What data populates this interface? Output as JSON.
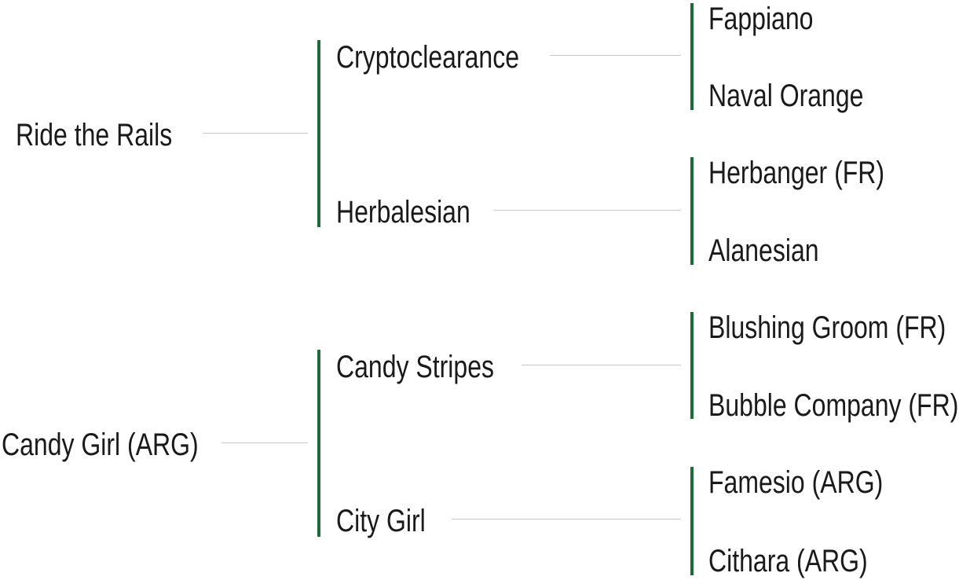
{
  "pedigree": {
    "sire": {
      "name": "Ride the Rails",
      "sire": {
        "name": "Cryptoclearance",
        "sire": "Fappiano",
        "dam": "Naval Orange"
      },
      "dam": {
        "name": "Herbalesian",
        "sire": "Herbanger (FR)",
        "dam": "Alanesian"
      }
    },
    "dam": {
      "name": "Candy Girl (ARG)",
      "sire": {
        "name": "Candy Stripes",
        "sire": "Blushing Groom (FR)",
        "dam": "Bubble Company (FR)"
      },
      "dam": {
        "name": "City Girl",
        "sire": "Famesio (ARG)",
        "dam": "Cithara (ARG)"
      }
    }
  },
  "colors": {
    "bracket": "#1e6b3a",
    "connector": "#c8c8c8",
    "text": "#1a1a1a"
  }
}
